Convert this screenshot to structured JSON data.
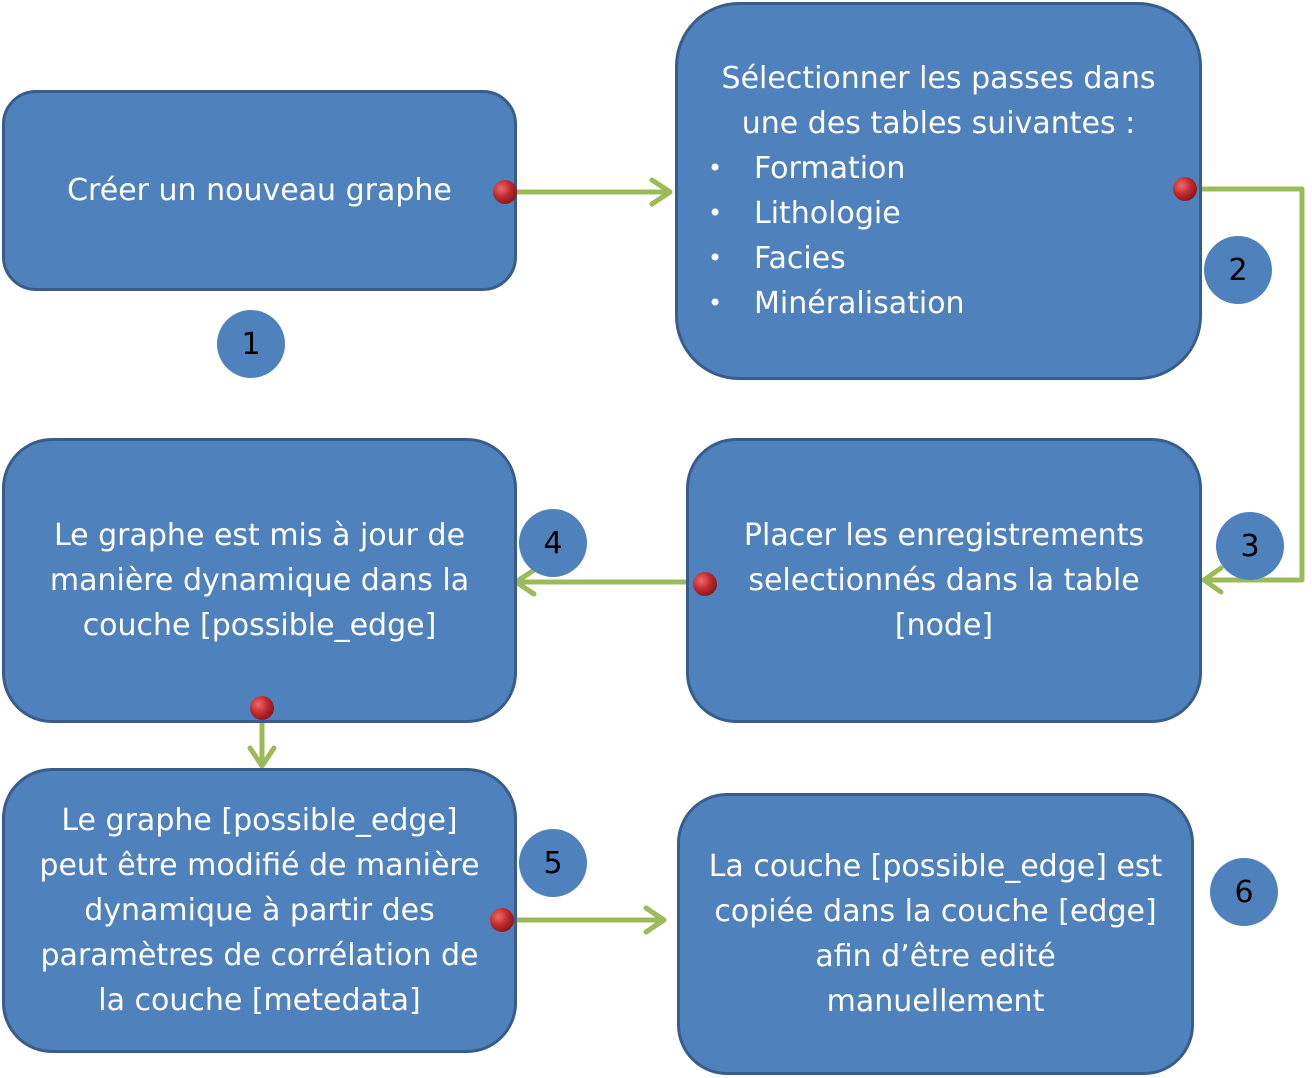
{
  "steps": [
    {
      "number": "1",
      "text": "Créer un nouveau graphe"
    },
    {
      "number": "2",
      "text": "Sélectionner les passes dans\nune des  tables suivantes :",
      "items": [
        "Formation",
        "Lithologie",
        "Facies",
        "Minéralisation"
      ]
    },
    {
      "number": "3",
      "text": "Placer les enregistrements\nselectionnés  dans la table\n[node]"
    },
    {
      "number": "4",
      "text": "Le graphe est mis à jour de\nmanière dynamique dans la\ncouche [possible_edge]"
    },
    {
      "number": "5",
      "text": "Le graphe [possible_edge]\npeut être modifié de manière\ndynamique à partir des\nparamètres de corrélation de\nla couche [metedata]"
    },
    {
      "number": "6",
      "text": "La couche [possible_edge] est\ncopiée dans la couche [edge]\nafin d’être edité\nmanuellement"
    }
  ],
  "bullet_symbol": "•",
  "colors": {
    "box_fill": "#4f81bd",
    "box_border": "#385d8a",
    "arrow": "#9bbb59",
    "connector_dot": "#c0282d"
  }
}
